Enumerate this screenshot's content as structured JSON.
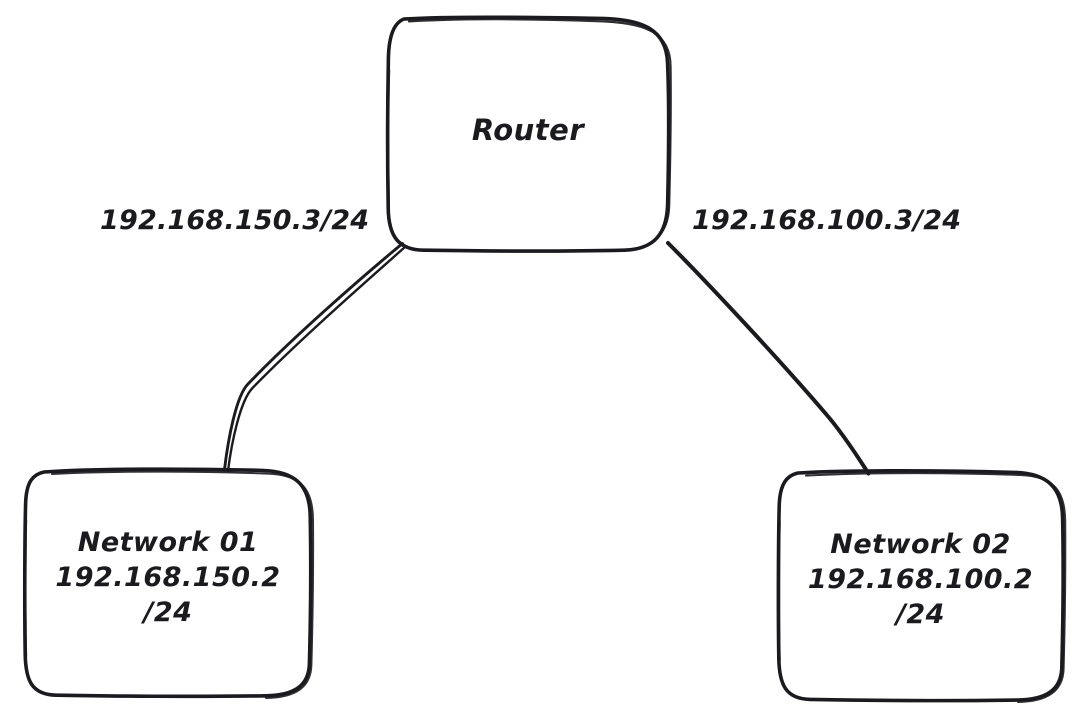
{
  "diagram": {
    "type": "network-topology",
    "background_color": "#ffffff",
    "stroke_color": "#1b1b1f",
    "text_color": "#1b1b1f",
    "style": "hand-drawn",
    "nodes": [
      {
        "id": "router",
        "shape": "rounded-rectangle",
        "label": "Router",
        "lines": [
          "Router"
        ]
      },
      {
        "id": "network-01",
        "shape": "rounded-rectangle",
        "label": "Network 01",
        "lines": [
          "Network 01",
          "192.168.150.2",
          "/24"
        ],
        "text": "Network 01\n192.168.150.2\n/24",
        "name": "Network 01",
        "address": "192.168.150.2",
        "prefix": "/24"
      },
      {
        "id": "network-02",
        "shape": "rounded-rectangle",
        "label": "Network 02",
        "lines": [
          "Network 02",
          "192.168.100.2",
          "/24"
        ],
        "text": "Network 02\n192.168.100.2\n/24",
        "name": "Network 02",
        "address": "192.168.100.2",
        "prefix": "/24"
      }
    ],
    "edges": [
      {
        "id": "router-to-network-01",
        "from": "router",
        "to": "network-01",
        "label": "192.168.150.3/24",
        "stroke": "double"
      },
      {
        "id": "router-to-network-02",
        "from": "router",
        "to": "network-02",
        "label": "192.168.100.3/24",
        "stroke": "single"
      }
    ]
  }
}
